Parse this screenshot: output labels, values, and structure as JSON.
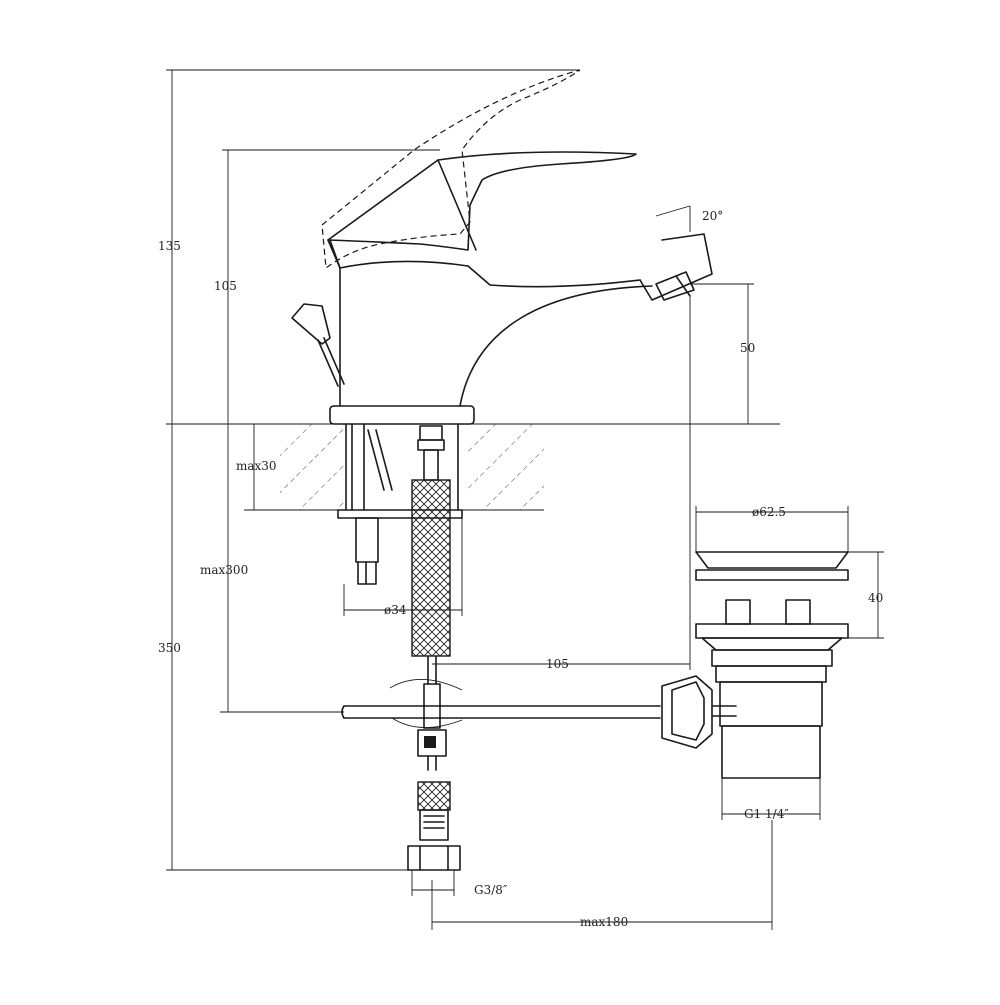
{
  "dimensions": {
    "height_total_upper": "135",
    "height_lever": "105",
    "spout_height": "50",
    "spout_angle": "20°",
    "mount_thickness": "max30",
    "hose_length": "max300",
    "mount_diameter": "ø34",
    "height_total_lower": "350",
    "rod_offset": "105",
    "drain_diameter": "ø62.5",
    "drain_height": "40",
    "drain_thread": "G1 1/4″",
    "hose_thread": "G3/8″",
    "rod_max_length": "max180"
  }
}
